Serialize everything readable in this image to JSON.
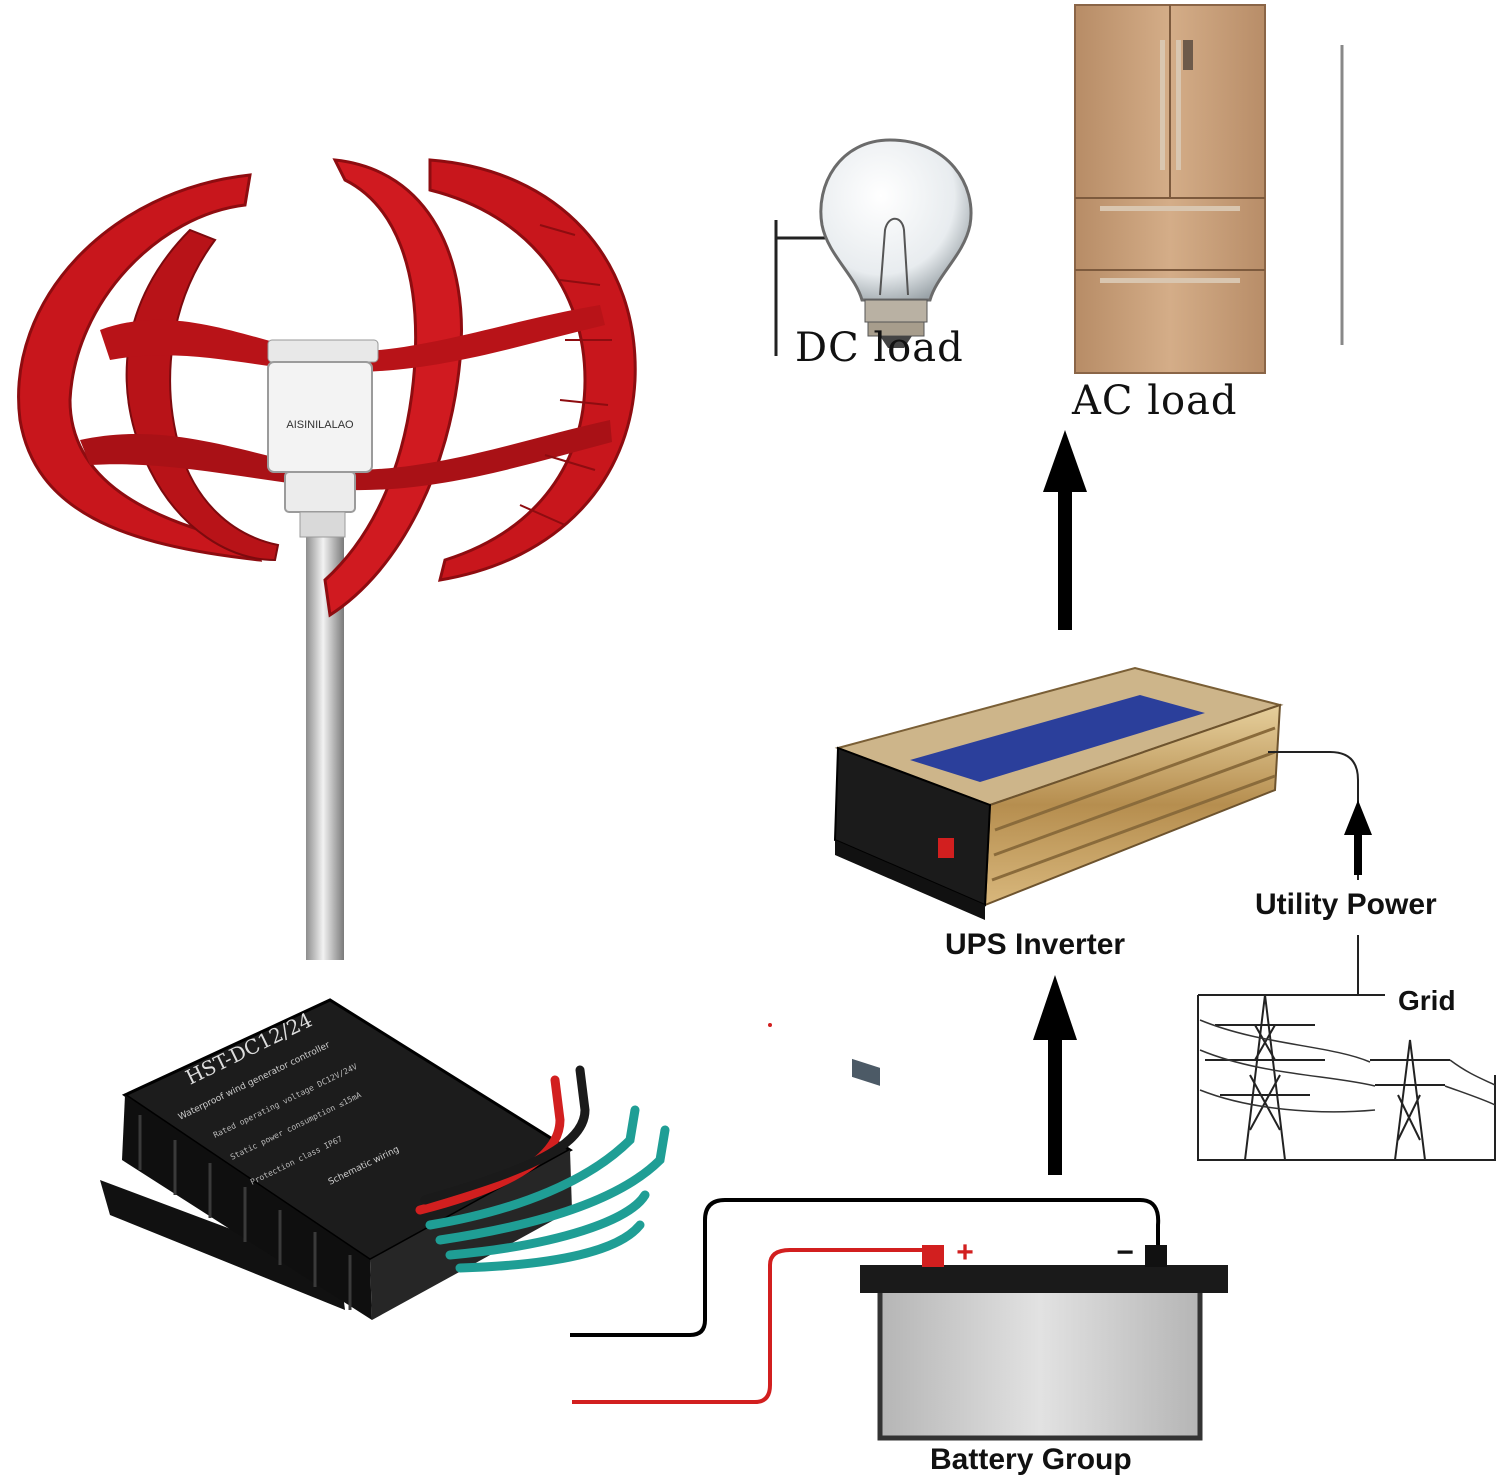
{
  "diagram": {
    "labels": {
      "dc_load": "DC load",
      "ac_load": "AC load",
      "ups_inverter": "UPS Inverter",
      "utility_power": "Utility Power",
      "grid": "Grid",
      "battery_group": "Battery Group",
      "battery_minus": "−",
      "battery_plus": "+"
    },
    "product_text": {
      "turbine_brand": "AISINILALAO",
      "controller_model": "HST-DC12/24",
      "controller_subtitle": "Waterproof wind generator controller",
      "controller_specs": [
        "Rated operating voltage   DC12V/24V",
        "Static power consumption   ≤15mA",
        "Protection class          IP67"
      ],
      "controller_wiring": "Schematic wiring"
    },
    "colors": {
      "blade_red": "#c8161c",
      "blade_dark": "#8e0c10",
      "mast": "#b9b9b9",
      "controller": "#1c1c1c",
      "wire_teal": "#1f9e95",
      "wire_red": "#d21f1f",
      "inverter_gold": "#c7a46a",
      "fridge": "#c8a07a",
      "battery_body": "#d6d6d6",
      "arrow": "#000000"
    }
  }
}
